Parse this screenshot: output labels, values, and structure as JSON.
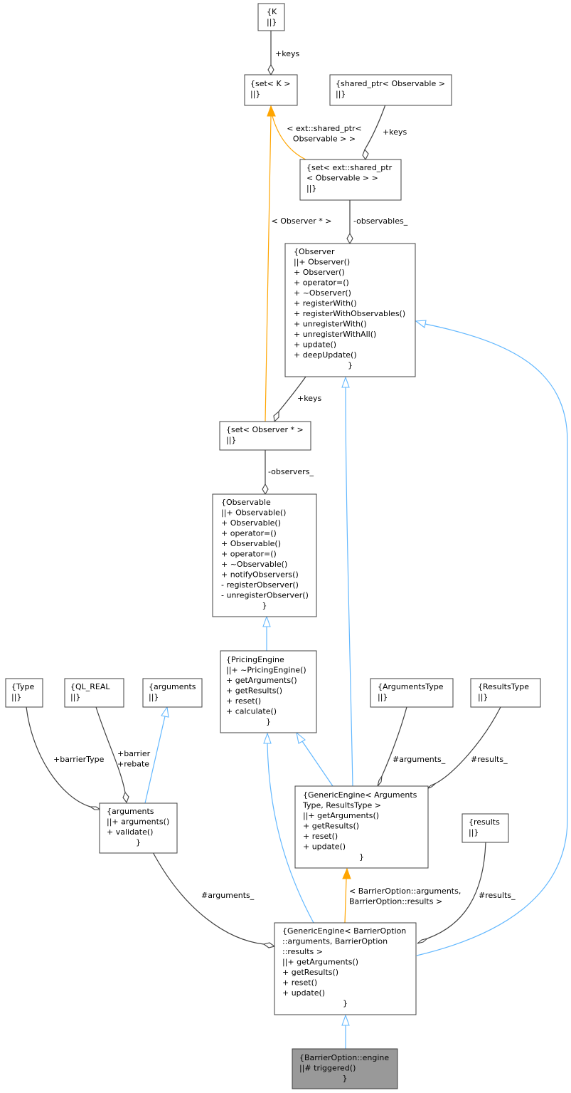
{
  "nodes": {
    "k": {
      "lines": [
        "{K",
        "||}"
      ]
    },
    "set_k": {
      "lines": [
        "{set< K >",
        "||}"
      ]
    },
    "shared_ptr_observable": {
      "lines": [
        "{shared_ptr< Observable >",
        "||}"
      ]
    },
    "set_ext_shared_ptr": {
      "lines": [
        "{set< ext::shared_ptr",
        "< Observable > >",
        "||}"
      ]
    },
    "observer": {
      "lines": [
        "{Observer",
        "||+ Observer()",
        "+ Observer()",
        "+ operator=()",
        "+ ~Observer()",
        "+ registerWith()",
        "+ registerWithObservables()",
        "+ unregisterWith()",
        "+ unregisterWithAll()",
        "+ update()",
        "+ deepUpdate()",
        "}"
      ]
    },
    "set_observer_ptr": {
      "lines": [
        "{set< Observer * >",
        "||}"
      ]
    },
    "observable": {
      "lines": [
        "{Observable",
        "||+ Observable()",
        "+ Observable()",
        "+ operator=()",
        "+ Observable()",
        "+ operator=()",
        "+ ~Observable()",
        "+ notifyObservers()",
        "- registerObserver()",
        "- unregisterObserver()",
        "}"
      ]
    },
    "pricing_engine": {
      "lines": [
        "{PricingEngine",
        "||+ ~PricingEngine()",
        "+ getArguments()",
        "+ getResults()",
        "+ reset()",
        "+ calculate()",
        "}"
      ]
    },
    "type": {
      "lines": [
        "{Type",
        "||}"
      ]
    },
    "ql_real": {
      "lines": [
        "{QL_REAL",
        "||}"
      ]
    },
    "arguments_base": {
      "lines": [
        "{arguments",
        "||}"
      ]
    },
    "arguments_type": {
      "lines": [
        "{ArgumentsType",
        "||}"
      ]
    },
    "results_type": {
      "lines": [
        "{ResultsType",
        "||}"
      ]
    },
    "arguments": {
      "lines": [
        "{arguments",
        "||+ arguments()",
        "+ validate()",
        "}"
      ]
    },
    "generic_engine": {
      "lines": [
        "{GenericEngine< Arguments",
        "Type, ResultsType >",
        "||+ getArguments()",
        "+ getResults()",
        "+ reset()",
        "+ update()",
        "}"
      ]
    },
    "results": {
      "lines": [
        "{results",
        "||}"
      ]
    },
    "generic_engine_barrier": {
      "lines": [
        "{GenericEngine< BarrierOption",
        "::arguments, BarrierOption",
        "::results >",
        "||+ getArguments()",
        "+ getResults()",
        "+ reset()",
        "+ update()",
        "}"
      ]
    },
    "barrier_option_engine": {
      "lines": [
        "{BarrierOption::engine",
        "||# triggered()",
        "}"
      ]
    }
  },
  "edge_labels": {
    "k_keys": [
      "+keys"
    ],
    "shared_ptr_keys": [
      "+keys"
    ],
    "ext_template": [
      "< ext::shared_ptr<",
      "Observable > >"
    ],
    "observer_ptr_template": [
      "< Observer * >"
    ],
    "observables": [
      "-observables_"
    ],
    "observer_keys": [
      "+keys"
    ],
    "observers": [
      "-observers_"
    ],
    "barrier_type": [
      "+barrierType"
    ],
    "barrier_rebate": [
      "+barrier",
      "+rebate"
    ],
    "arguments_member": [
      "#arguments_"
    ],
    "results_member": [
      "#results_"
    ],
    "barrier_arguments": [
      "#arguments_"
    ],
    "barrier_template": [
      "< BarrierOption::arguments,",
      "BarrierOption::results >"
    ],
    "barrier_results": [
      "#results_"
    ]
  },
  "colors": {
    "association": "#404040",
    "inheritance": "#63b8ff",
    "template": "#ffa500",
    "highlight_fill": "#999999"
  }
}
